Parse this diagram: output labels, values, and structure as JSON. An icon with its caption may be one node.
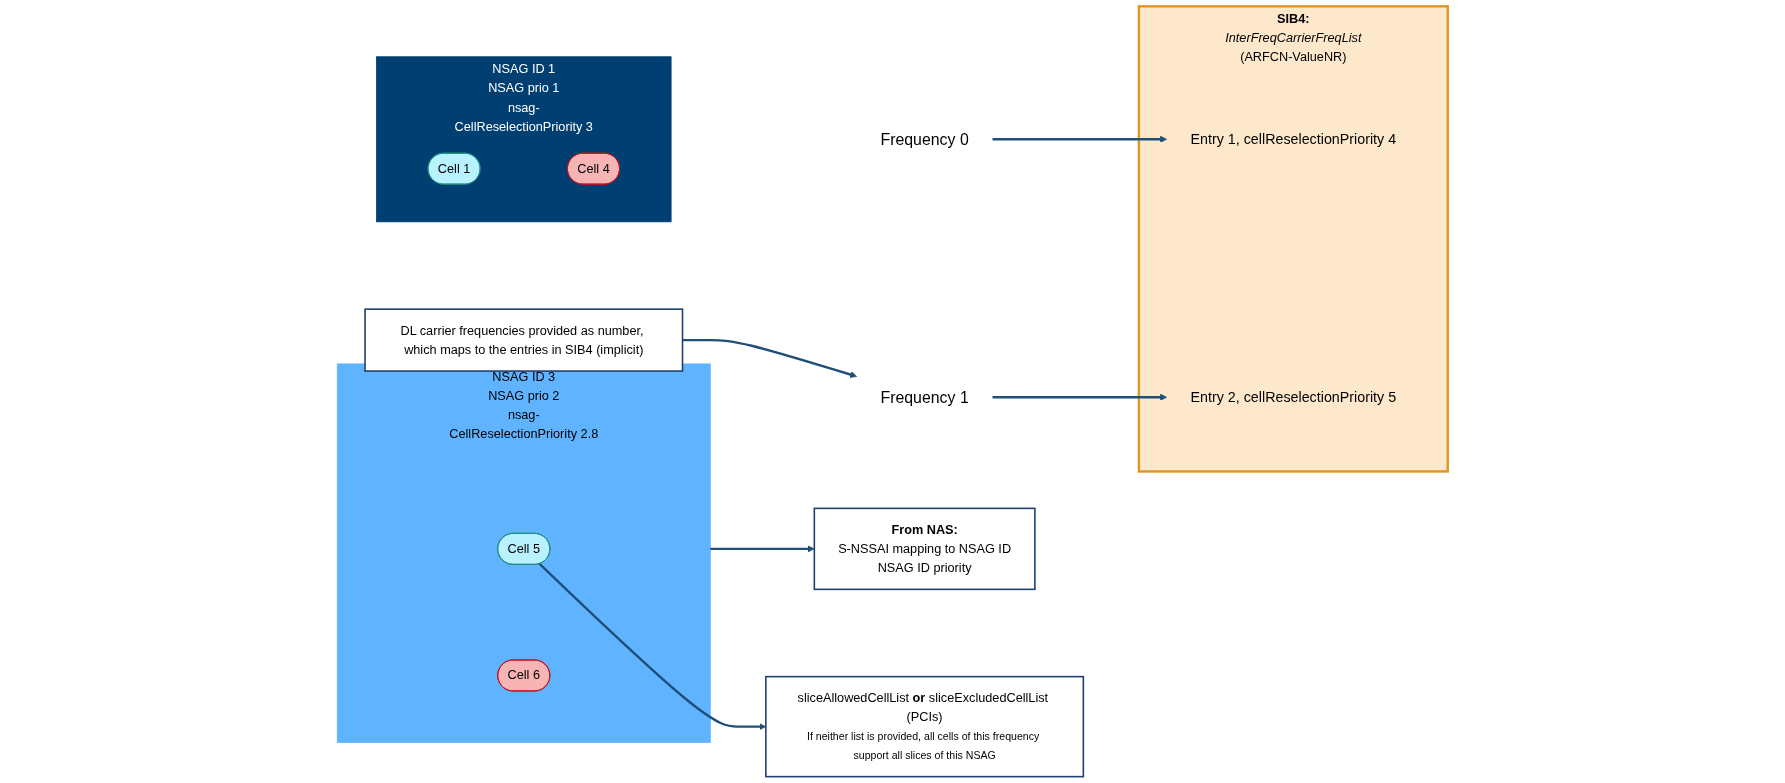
{
  "diagram": {
    "nodes": [
      {
        "text": [
          "NSAG ID 1",
          "NSAG prio 1",
          "nsag-CellReselectionPriority 3"
        ]
      },
      {
        "text": [
          "Cell 1"
        ],
        "in": 0
      },
      {
        "text": [
          "Cell 4"
        ],
        "in": 0
      },
      {
        "text": [
          "Frequency 0"
        ]
      },
      {
        "text": [
          "NSAG ID 3",
          "NSAG prio 2",
          "nsag-CellReselectionPriority 2.8"
        ]
      },
      {
        "text": [
          "Cell 5"
        ],
        "in": 4
      },
      {
        "text": [
          "Cell 6"
        ],
        "in": 4
      },
      {
        "text": [
          "Frequency 1"
        ]
      },
      {
        "text": [
          "SIB4:",
          "InterFreqCarrierFreqList",
          "(ARFCN-ValueNR)"
        ]
      },
      {
        "text": [
          "Entry 1, cellReselectionPriority 4"
        ],
        "in": 8
      },
      {
        "text": [
          "Entry 2, cellReselectionPriority 5"
        ],
        "in": 8
      },
      {
        "text": [
          "From NAS:",
          "S-NSSAI mapping to NSAG ID",
          "NSAG ID priority"
        ]
      },
      {
        "text": [
          "sliceAllowedCellList **or** sliceExcludedCellList (PCIs)",
          "If neither list is provided, all cells of this frequency support all slices of this NSAG"
        ]
      },
      {
        "text": [
          "DL carrier frequencies provided as number, which maps to the entries in SIB4 (implicit)"
        ]
      }
    ],
    "edges": [
      {
        "from": 3,
        "to": 9,
        "arrow": "to"
      },
      {
        "from": 7,
        "to": 10,
        "arrow": "to"
      },
      {
        "from": 4,
        "to": 11,
        "arrow": "to"
      },
      {
        "from": 5,
        "to": 12,
        "arrow": "to"
      },
      {
        "from": 13,
        "to": 7,
        "arrow": "to"
      }
    ]
  }
}
